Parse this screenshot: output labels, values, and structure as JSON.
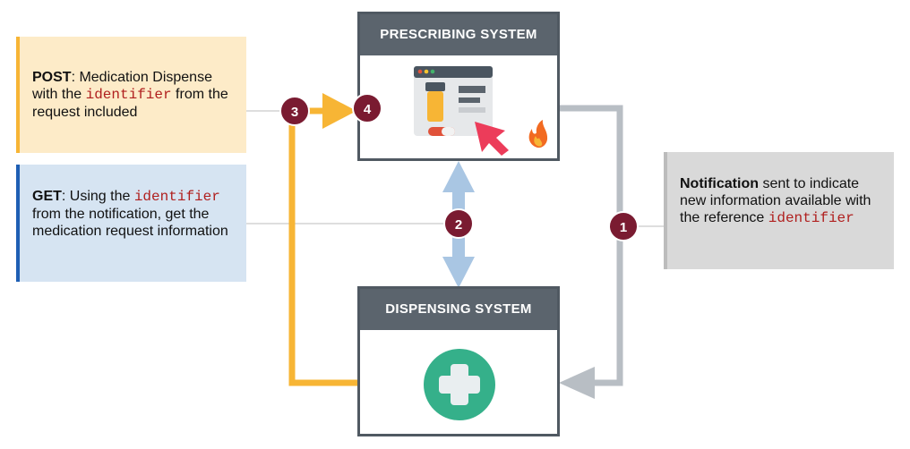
{
  "systems": {
    "prescribing_title": "PRESCRIBING SYSTEM",
    "dispensing_title": "DISPENSING SYSTEM"
  },
  "notes": {
    "post": {
      "keyword": "POST",
      "text1": ": Medication Dispense with the ",
      "code": "identifier",
      "text2": " from the request included"
    },
    "get": {
      "keyword": "GET",
      "text1": ": Using the ",
      "code": "identifier",
      "text2": " from the notification, get the medication request information"
    },
    "notification": {
      "keyword": "Notification",
      "text1": " sent to indicate new information available with the reference ",
      "code": "identifier"
    }
  },
  "steps": {
    "one": "1",
    "two": "2",
    "three": "3",
    "four": "4"
  },
  "colors": {
    "post_bg": "#fdebc8",
    "post_border": "#f7b535",
    "get_bg": "#d6e4f2",
    "get_border": "#1f5fb4",
    "notification_bg": "#d9d9d9",
    "notification_border": "#bcbcbc",
    "badge": "#7a1b31",
    "header": "#5b646d",
    "orange_flow": "#f7b535",
    "blue_flow": "#a9c6e3",
    "gray_flow": "#b8bec4"
  }
}
